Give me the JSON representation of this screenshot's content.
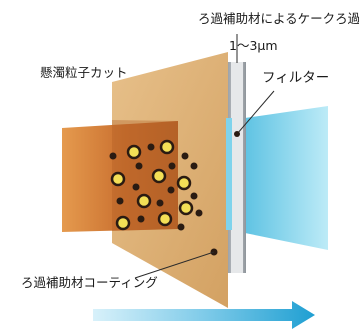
{
  "labels": {
    "cake_filtration": "ろ過補助材によるケークろ過",
    "cake_size": "1～3μm",
    "particle_cut": "懸濁粒子カット",
    "filter": "フィルター",
    "aid_coating": "ろ過補助材コーティング"
  },
  "colors": {
    "aid_panel": "#d8a86c",
    "cake_block": "#c5692d",
    "filter_panel": "#d5d8dc",
    "clean_side": "#8ed7ec",
    "particle_fill": "#f3df56",
    "particle_dark": "#2a1b12",
    "flow_arrow": "#27a3d3"
  },
  "icons": {
    "yellow_particle": "particle-yellow-icon",
    "dark_particle": "particle-dark-icon",
    "flow": "flow-arrow-icon"
  }
}
